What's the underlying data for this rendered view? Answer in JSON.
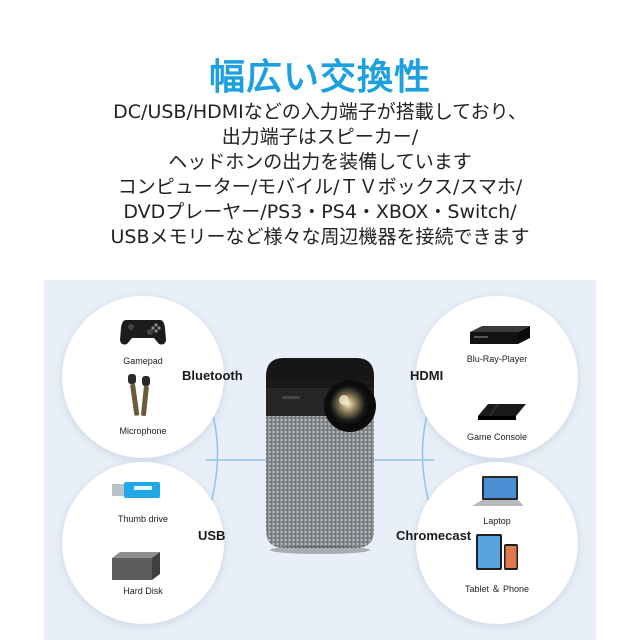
{
  "header": {
    "title": "幅広い交換性",
    "description_lines": [
      "DC/USB/HDMIなどの入力端子が搭載しており、",
      "出力端子はスピーカー/",
      "ヘッドホンの出力を装備しています",
      "コンピューター/モバイル/ＴＶボックス/スマホ/",
      "DVDプレーヤー/PS3・PS4・XBOX・Switch/",
      "USBメモリーなど様々な周辺機器を接続できます"
    ]
  },
  "connections": {
    "bluetooth": "Bluetooth",
    "usb": "USB",
    "hdmi": "HDMI",
    "chromecast": "Chromecast"
  },
  "devices": {
    "gamepad": "Gamepad",
    "microphone": "Microphone",
    "thumb_drive": "Thumb drive",
    "hard_disk": "Hard Disk",
    "bluray": "Blu-Ray-Player",
    "game_console": "Game Console",
    "laptop": "Laptop",
    "tablet_phone": "Tablet ＆ Phone"
  },
  "colors": {
    "title": "#1da0e0",
    "panel_bg": "#e8eff8",
    "connector": "#8fc4ee",
    "dot": "#3b8fd9"
  }
}
